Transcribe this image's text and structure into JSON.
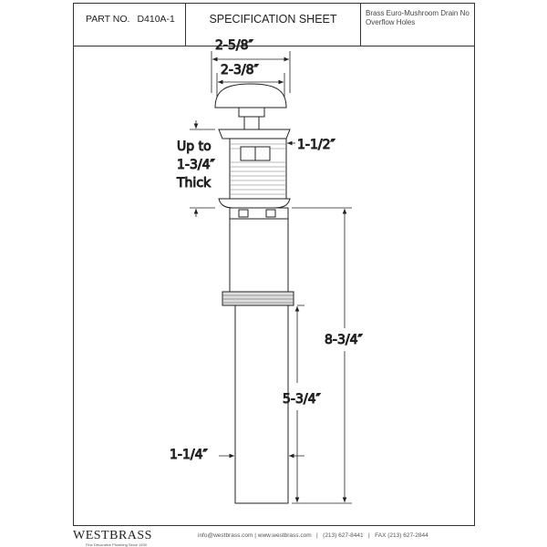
{
  "header": {
    "part_label": "PART NO.",
    "part_number": "D410A-1",
    "title": "SPECIFICATION SHEET",
    "product_name": "Brass Euro-Mushroom Drain No Overflow Holes"
  },
  "dimensions": {
    "cap_outer": "2-5/8″",
    "cap_inner": "2-3/8″",
    "thickness_line1": "Up to",
    "thickness_line2": "1-3/4″",
    "thickness_line3": "Thick",
    "body_width": "1-1/2″",
    "overall_length": "8-3/4″",
    "tail_length": "5-3/4″",
    "tail_diameter": "1-1/4″"
  },
  "footer": {
    "brand": "WESTBRASS",
    "tagline": "Fine Decorative Plumbing Since 1930",
    "email": "info@westbrass.com",
    "website": "www.westbrass.com",
    "phone": "(213) 627-8441",
    "fax": "FAX (213) 627-2844"
  }
}
